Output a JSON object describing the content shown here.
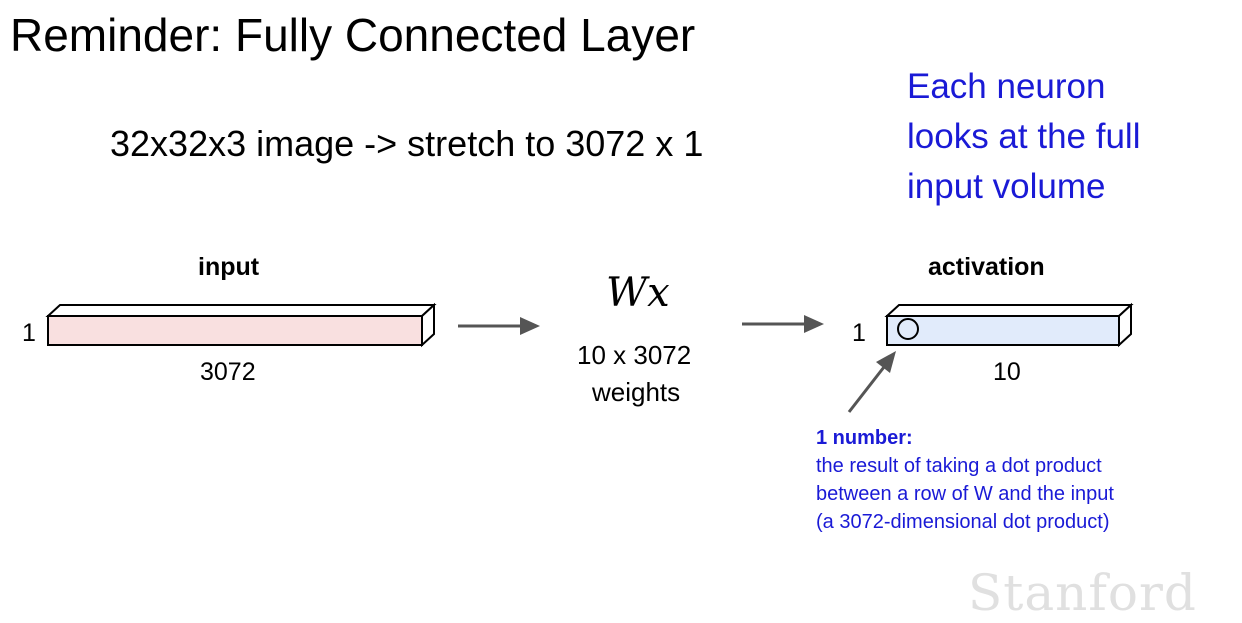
{
  "title": "Reminder: Fully Connected Layer",
  "subtitle": "32x32x3 image -> stretch to 3072 x 1",
  "side_note": [
    "Each neuron",
    "looks at the full",
    "input volume"
  ],
  "input": {
    "label": "input",
    "height": "1",
    "width": "3072"
  },
  "weights": {
    "formula": "Wx",
    "line1": "10 x 3072",
    "line2": "weights"
  },
  "activation": {
    "label": "activation",
    "height": "1",
    "width": "10"
  },
  "annotation": {
    "header": "1 number:",
    "lines": [
      "the result of taking a dot product",
      "between a row of W and the input",
      "(a 3072-dimensional dot product)"
    ]
  },
  "watermark": "Stanford",
  "colors": {
    "input_box": "#f9e0e0",
    "activation_box": "#e1ebfb",
    "blue_text": "#1a1ad6",
    "arrow": "#555555"
  }
}
